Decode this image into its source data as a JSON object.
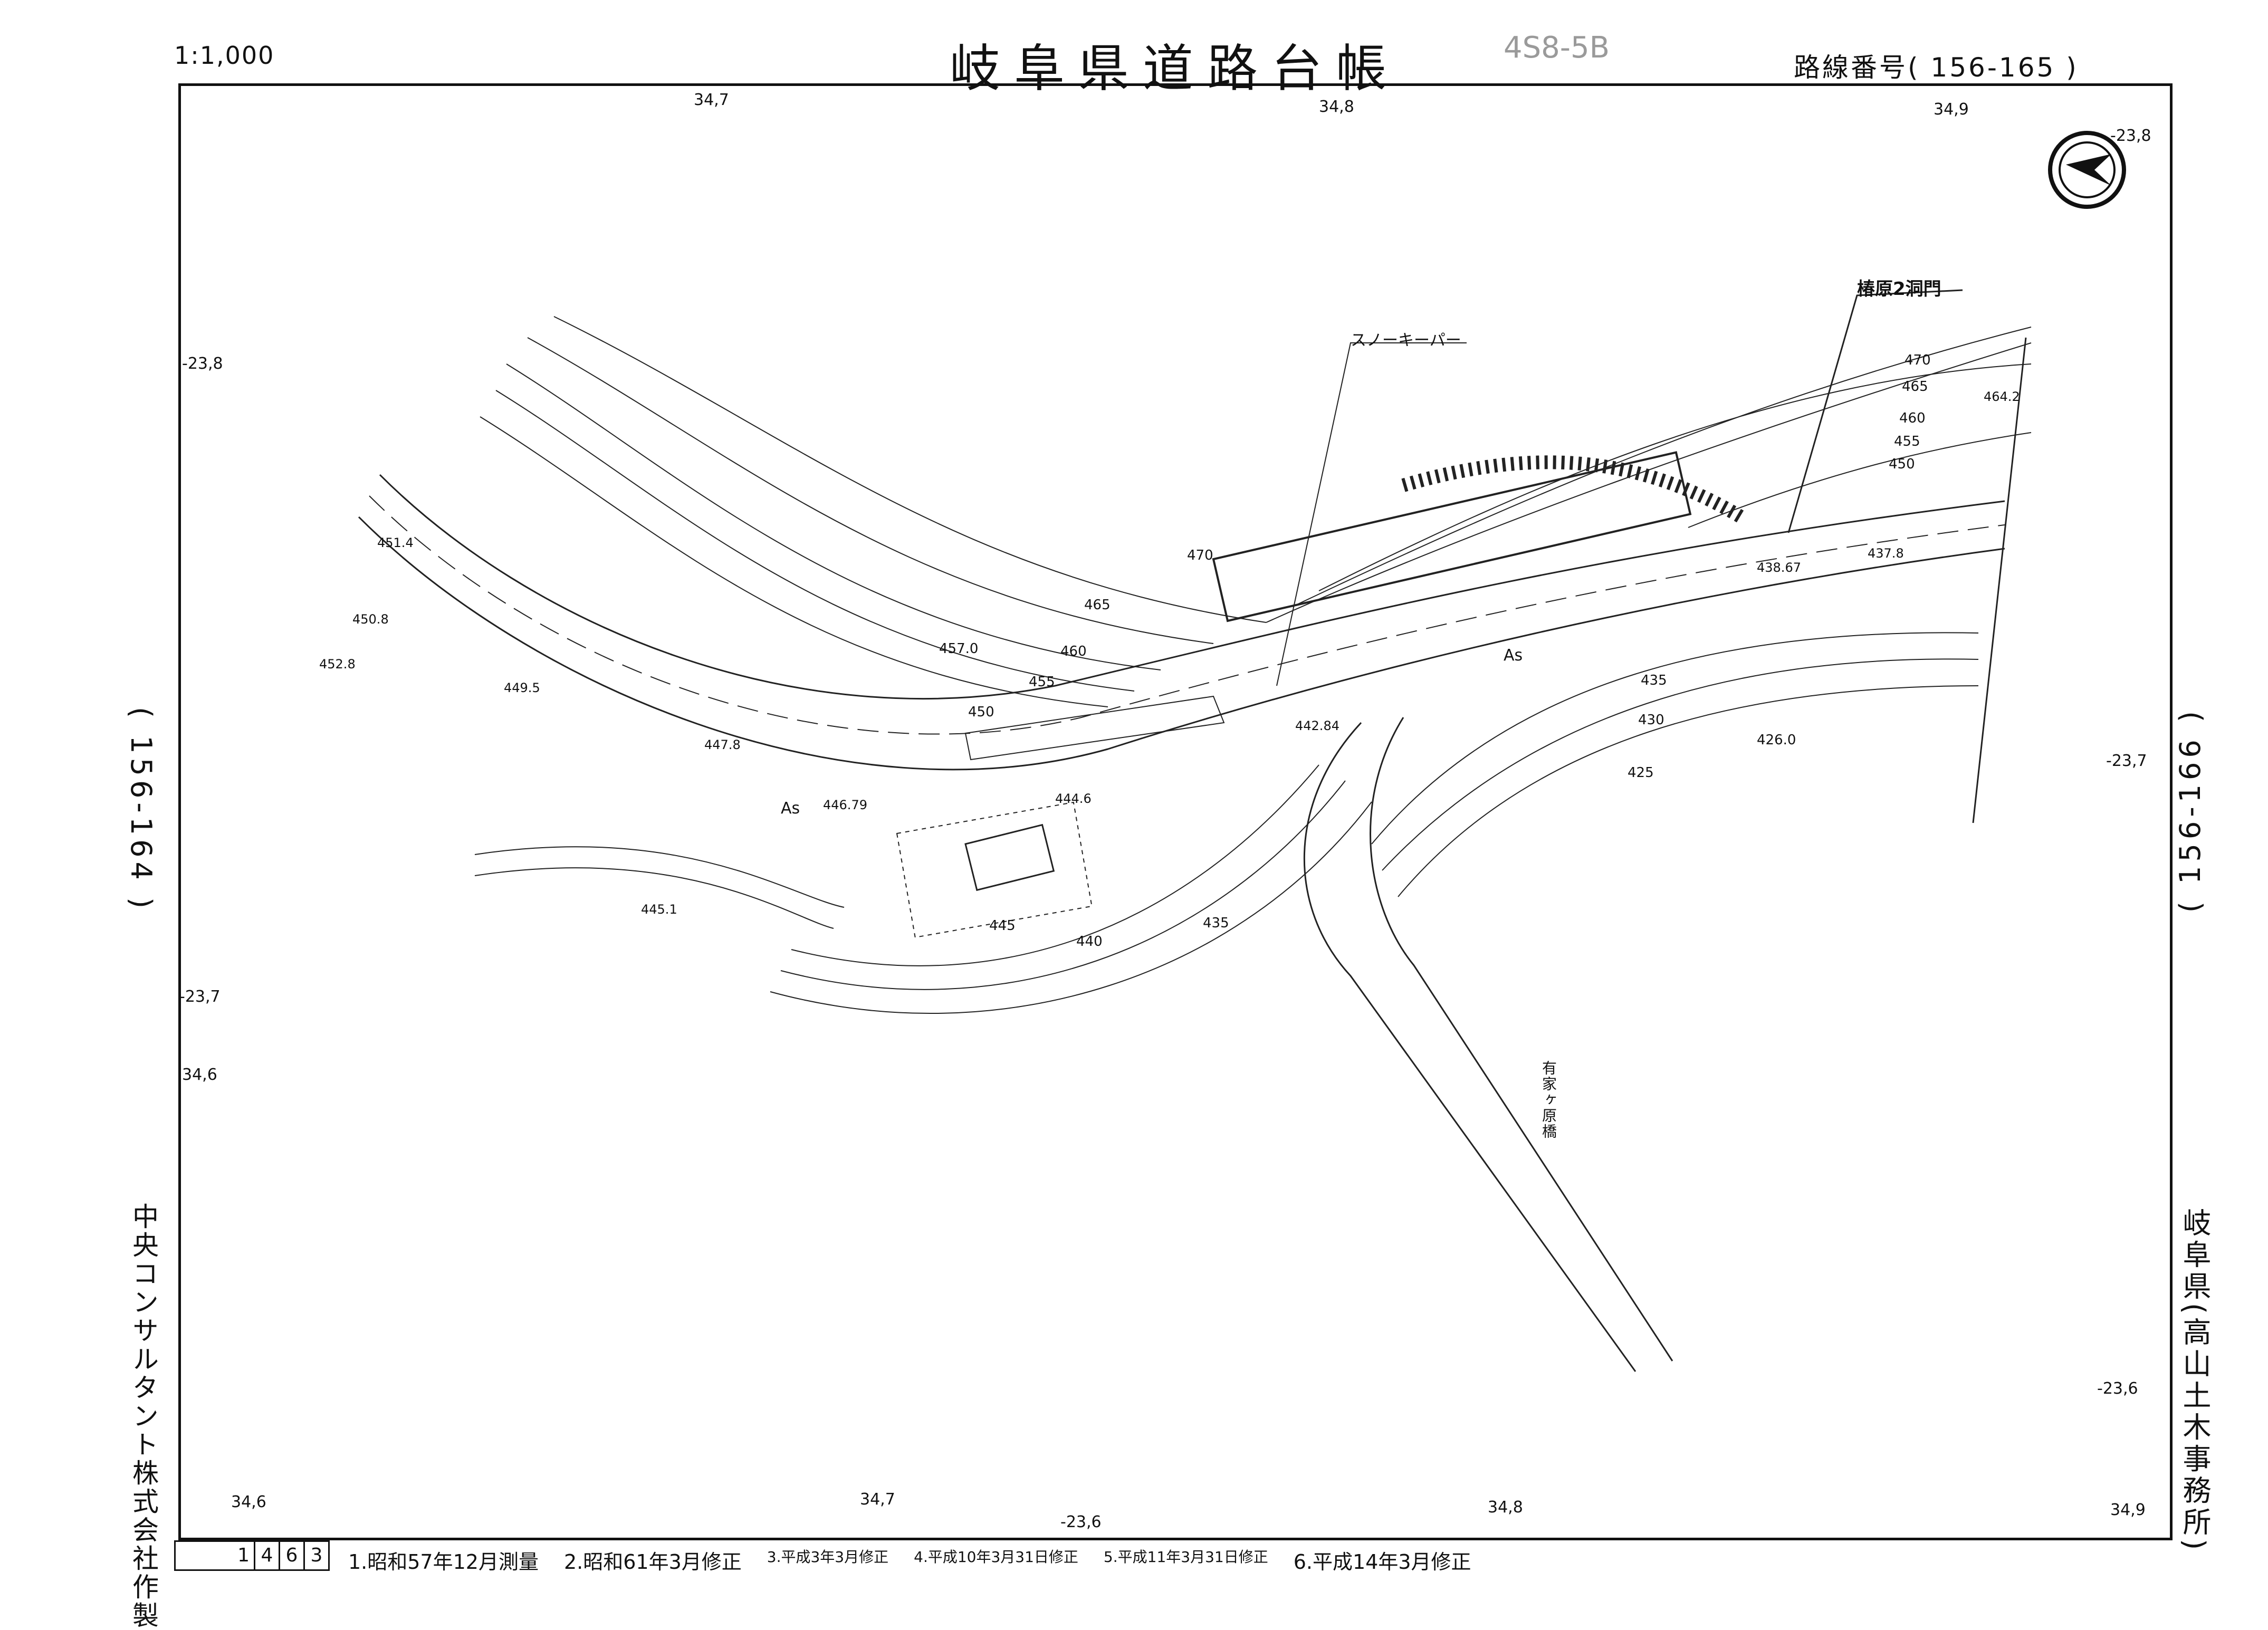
{
  "header": {
    "scale": "1:1,000",
    "title": "岐阜県道路台帳",
    "stamp": "4S8-5B",
    "route_number": "路線番号( 156-165 )"
  },
  "sides": {
    "left_route": "( 156-164 )",
    "right_route": "( 156-166 )",
    "company": "中央コンサルタント株式会社作製",
    "office": "岐阜県(高山土木事務所)"
  },
  "grid": {
    "top": [
      "34,7",
      "34,8",
      "34,9"
    ],
    "left": [
      "-23,8",
      "-23,7",
      "34,6"
    ],
    "right": [
      "-23,8",
      "-23,7",
      "-23,6"
    ],
    "bottom": [
      "34,6",
      "34,7",
      "-23,6",
      "34,8",
      "34,9"
    ]
  },
  "labels": {
    "tunnel": "椿原2洞門",
    "snow_keeper": "スノーキーパー",
    "bridge": "有家ヶ原橋",
    "asphalt_1": "As",
    "asphalt_2": "As"
  },
  "contours": [
    "470",
    "465",
    "460",
    "457.0",
    "455",
    "450",
    "445",
    "440",
    "435",
    "435",
    "430",
    "426.0",
    "425",
    "470",
    "465",
    "460",
    "455",
    "450"
  ],
  "elevations": [
    "451.4",
    "450.8",
    "452.8",
    "449.5",
    "447.8",
    "446.79",
    "444.6",
    "445.1",
    "442.84",
    "438.67",
    "437.8",
    "464.2"
  ],
  "footer": {
    "sheet": [
      "1",
      "4",
      "6",
      "3"
    ],
    "revisions": [
      "1.昭和57年12月測量",
      "2.昭和61年3月修正",
      "3.平成3年3月修正",
      "4.平成10年3月31日修正",
      "5.平成11年3月31日修正",
      "6.平成14年3月修正"
    ]
  }
}
